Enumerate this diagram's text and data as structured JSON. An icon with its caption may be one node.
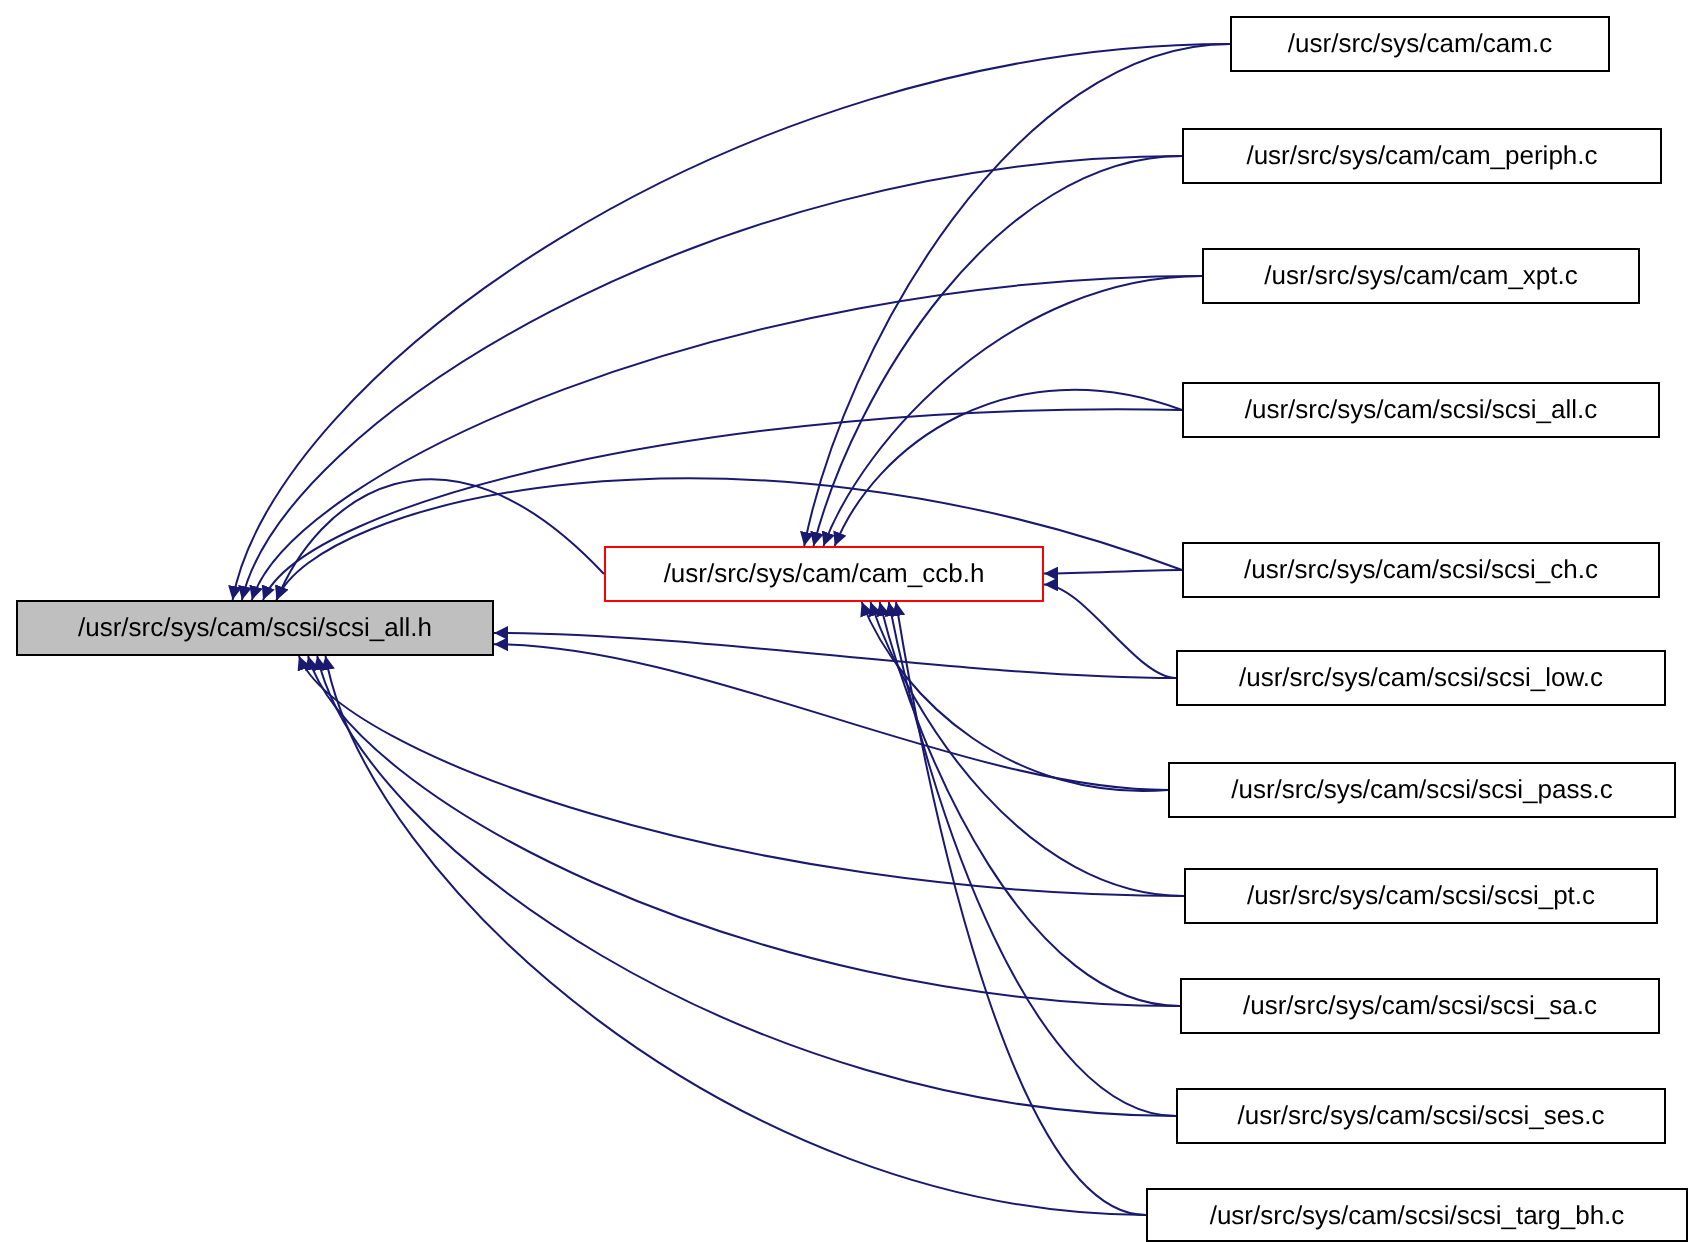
{
  "diagram": {
    "nodes": [
      {
        "text": [
          "/usr/src/sys/cam/scsi/scsi_all.h"
        ]
      },
      {
        "text": [
          "/usr/src/sys/cam/cam_ccb.h"
        ]
      },
      {
        "text": [
          "/usr/src/sys/cam/cam.c"
        ]
      },
      {
        "text": [
          "/usr/src/sys/cam/cam_periph.c"
        ]
      },
      {
        "text": [
          "/usr/src/sys/cam/cam_xpt.c"
        ]
      },
      {
        "text": [
          "/usr/src/sys/cam/scsi/scsi_all.c"
        ]
      },
      {
        "text": [
          "/usr/src/sys/cam/scsi/scsi_ch.c"
        ]
      },
      {
        "text": [
          "/usr/src/sys/cam/scsi/scsi_low.c"
        ]
      },
      {
        "text": [
          "/usr/src/sys/cam/scsi/scsi_pass.c"
        ]
      },
      {
        "text": [
          "/usr/src/sys/cam/scsi/scsi_pt.c"
        ]
      },
      {
        "text": [
          "/usr/src/sys/cam/scsi/scsi_sa.c"
        ]
      },
      {
        "text": [
          "/usr/src/sys/cam/scsi/scsi_ses.c"
        ]
      },
      {
        "text": [
          "/usr/src/sys/cam/scsi/scsi_targ_bh.c"
        ]
      }
    ],
    "edges": [
      {
        "from": 1,
        "to": 0,
        "arrow": "to"
      },
      {
        "from": 2,
        "to": 0,
        "arrow": "to"
      },
      {
        "from": 2,
        "to": 1,
        "arrow": "to"
      },
      {
        "from": 3,
        "to": 0,
        "arrow": "to"
      },
      {
        "from": 3,
        "to": 1,
        "arrow": "to"
      },
      {
        "from": 4,
        "to": 0,
        "arrow": "to"
      },
      {
        "from": 4,
        "to": 1,
        "arrow": "to"
      },
      {
        "from": 5,
        "to": 0,
        "arrow": "to"
      },
      {
        "from": 5,
        "to": 1,
        "arrow": "to"
      },
      {
        "from": 6,
        "to": 0,
        "arrow": "to"
      },
      {
        "from": 6,
        "to": 1,
        "arrow": "to"
      },
      {
        "from": 7,
        "to": 0,
        "arrow": "to"
      },
      {
        "from": 7,
        "to": 1,
        "arrow": "to"
      },
      {
        "from": 8,
        "to": 0,
        "arrow": "to"
      },
      {
        "from": 8,
        "to": 1,
        "arrow": "to"
      },
      {
        "from": 9,
        "to": 0,
        "arrow": "to"
      },
      {
        "from": 9,
        "to": 1,
        "arrow": "to"
      },
      {
        "from": 10,
        "to": 0,
        "arrow": "to"
      },
      {
        "from": 10,
        "to": 1,
        "arrow": "to"
      },
      {
        "from": 11,
        "to": 0,
        "arrow": "to"
      },
      {
        "from": 11,
        "to": 1,
        "arrow": "to"
      },
      {
        "from": 12,
        "to": 0,
        "arrow": "to"
      },
      {
        "from": 12,
        "to": 1,
        "arrow": "to"
      }
    ]
  }
}
